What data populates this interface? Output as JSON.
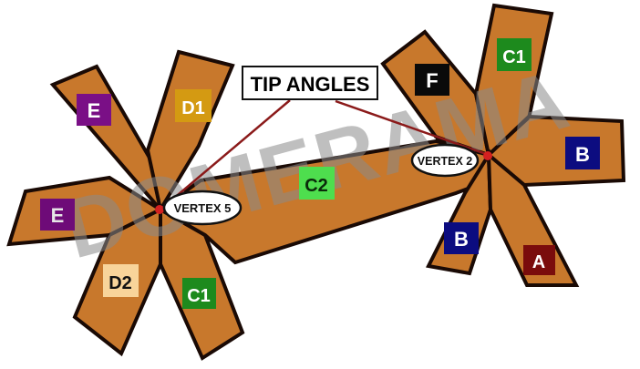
{
  "diagram": {
    "watermark": "DOMERAMA",
    "callout": {
      "label": "TIP ANGLES"
    },
    "vertices": [
      {
        "id": "vertex5",
        "label": "VERTEX 5"
      },
      {
        "id": "vertex2",
        "label": "VERTEX 2"
      }
    ],
    "colors": {
      "panel_fill": "#c8782c",
      "panel_stroke": "#1a0a05",
      "pointer_line": "#8b1a1a",
      "vertex_dot": "#d42020",
      "watermark": "#9a9a9a"
    },
    "vertex5_panels": [
      {
        "label": "E",
        "bg": "#7a0f86",
        "fg": "#ffffff"
      },
      {
        "label": "D1",
        "bg": "#d49a12",
        "fg": "#ffffff"
      },
      {
        "label": "E",
        "bg": "#6e0b78",
        "fg": "#e6e6e6"
      },
      {
        "label": "D2",
        "bg": "#f8d49a",
        "fg": "#111111"
      },
      {
        "label": "C1",
        "bg": "#1d8a1d",
        "fg": "#ffffff"
      }
    ],
    "shared_panel": {
      "label": "C2",
      "bg": "#4ede4e",
      "fg": "#0a2a0a"
    },
    "vertex2_panels": [
      {
        "label": "F",
        "bg": "#0a0a0a",
        "fg": "#ffffff"
      },
      {
        "label": "C1",
        "bg": "#1d8a1d",
        "fg": "#ffffff"
      },
      {
        "label": "B",
        "bg": "#0c0c80",
        "fg": "#ffffff"
      },
      {
        "label": "B",
        "bg": "#0c0c80",
        "fg": "#ffffff"
      },
      {
        "label": "A",
        "bg": "#7a0c0c",
        "fg": "#ffffff"
      }
    ]
  }
}
